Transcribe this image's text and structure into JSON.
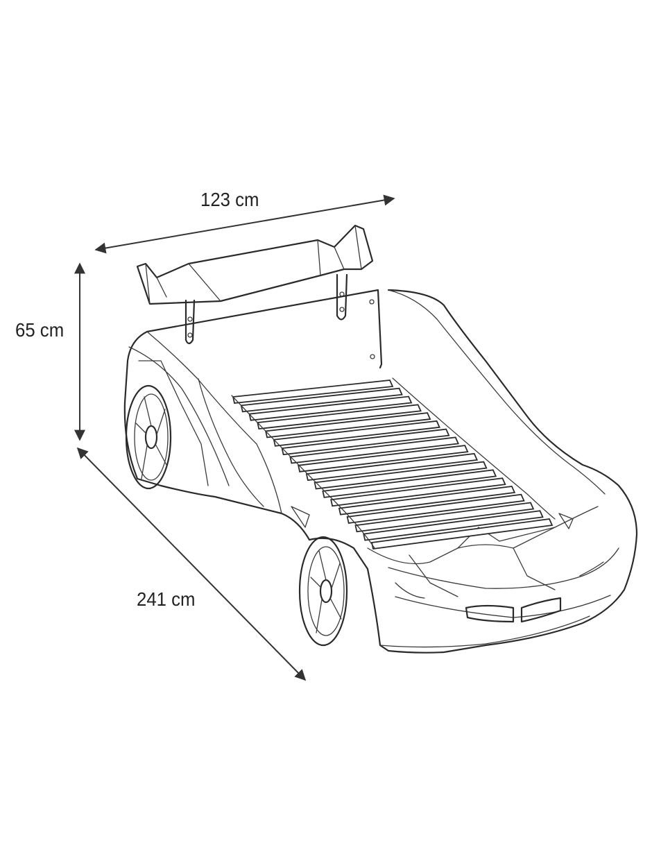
{
  "dimensions": {
    "width_label": "123 cm",
    "height_label": "65 cm",
    "length_label": "241 cm"
  },
  "colors": {
    "line": "#2a2a2a",
    "background": "#ffffff"
  }
}
